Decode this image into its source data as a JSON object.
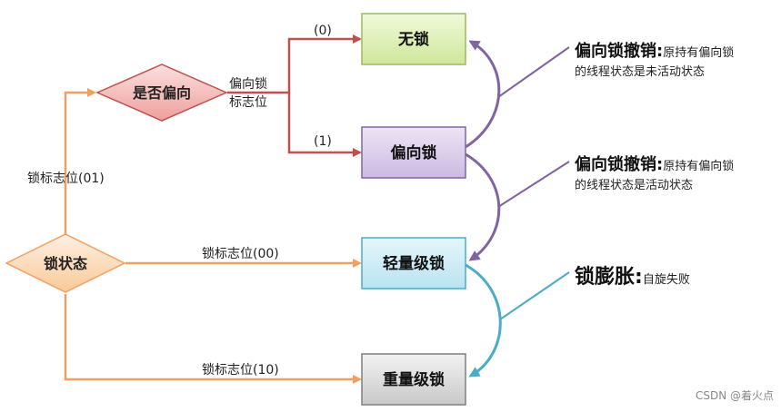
{
  "nodes": {
    "no_lock": "无锁",
    "biased_lock": "偏向锁",
    "lightweight_lock": "轻量级锁",
    "heavyweight_lock": "重量级锁",
    "is_biased": "是否偏向",
    "lock_state": "锁状态"
  },
  "edge_labels": {
    "to_no_lock": "(0)",
    "to_biased": "(1)",
    "biased_flag_line1": "偏向锁",
    "biased_flag_line2": "标志位",
    "flag_01": "锁标志位(01)",
    "flag_00": "锁标志位(00)",
    "flag_10": "锁标志位(10)"
  },
  "notes": {
    "revoke1_title": "偏向锁撤销:",
    "revoke1_line1": "原持有偏向锁",
    "revoke1_line2": "的线程状态是未活动状态",
    "revoke2_title": "偏向锁撤销:",
    "revoke2_line1": "原持有偏向锁",
    "revoke2_line2": "的线程状态是活动状态",
    "inflate_title": "锁膨胀:",
    "inflate_text": "自旋失败"
  },
  "watermark": "CSDN @着火点",
  "colors": {
    "orange": "#F0A060",
    "red_line": "#C0504D",
    "purple": "#8064A2",
    "teal": "#4BACC6"
  }
}
